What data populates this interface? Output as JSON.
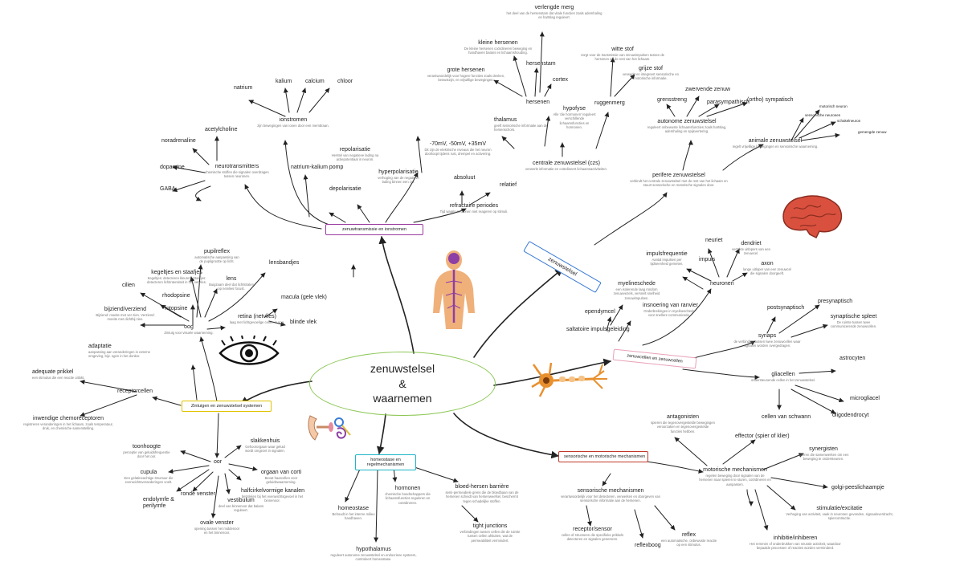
{
  "center": {
    "line1": "zenuwstelsel",
    "amp": "&",
    "line2": "waarnemen"
  },
  "branches": {
    "nerve_transmission": "zenuwtransmissie en ionstromen",
    "senses": "Zintuigen en zenuwstelsel systemen",
    "homeostasis": "homeostase en regelmechanismen",
    "sensory_motor": "sensorische en motorische mechanismen",
    "cells": "zenuwcellen en zenuwcellen",
    "nervous_system": "zenuwstelsel"
  },
  "nodes": {
    "verlengde_merg": {
      "t": "verlengde merg",
      "d": "het deel van de hersenstam dat vitale functies zoals ademhaling en hartslag reguleert."
    },
    "kleine_hersenen": {
      "t": "kleine hersenen",
      "d": "De kleine hersenen coördineren beweging en handhaven balans en lichaamshouding."
    },
    "hersenstam": {
      "t": "hersenstam"
    },
    "grote_hersenen": {
      "t": "grote hersenen",
      "d": "verantwoordelijk voor hogere functies zoals denken, bewustzijn, en vrijwillige bewegingen."
    },
    "cortex": {
      "t": "cortex"
    },
    "witte_stof": {
      "t": "witte stof",
      "d": "zorgt voor de transmissie van zenuwimpulsen tussen de hersenen en de rest van het lichaam."
    },
    "grijze_stof": {
      "t": "grijze stof",
      "d": "verwerkt en integreert sensorische en motorische informatie."
    },
    "hersenen": {
      "t": "hersenen"
    },
    "hypofyse": {
      "t": "hypofyse",
      "d": "Alle 'die hormonen' reguleert verschillende lichaamsfuncties en hormonen."
    },
    "ruggenmerg": {
      "t": "ruggenmerg"
    },
    "thalamus": {
      "t": "thalamus",
      "d": "geeft sensorische informatie aan de hersenschors."
    },
    "cns": {
      "t": "centrale zenuwstelsel (czs)",
      "d": "verwerkt informatie en coördineert lichaamsactiviteiten."
    },
    "zwervende_zenuw": {
      "t": "zwervende zenuw"
    },
    "grensstreng": {
      "t": "grensstreng"
    },
    "parasympathisch": {
      "t": "parasympathisch"
    },
    "orthosympathisch": {
      "t": "(ortho) sympatisch"
    },
    "autonome": {
      "t": "autonome zenuwstelsel",
      "d": "reguleert onbewuste lichaamsfuncties zoals hartslag, ademhaling en spijsvertering."
    },
    "sensorische_neuronen": {
      "t": "sensorische neuronen"
    },
    "motorisch_neuron": {
      "t": "motorisch neuron"
    },
    "schakelneuron": {
      "t": "schakelneuron"
    },
    "gemengde_zenuw": {
      "t": "gemengde zenuw"
    },
    "animale": {
      "t": "animale zenuwstelsel",
      "d": "regelt vrijwillige bewegingen en sensorische waarneming."
    },
    "perifere": {
      "t": "perifere zenuwstelsel",
      "d": "verbindt het centrale zenuwstelsel met de rest van het lichaam en stuurt sensorische en motorische signalen door."
    },
    "natrium": {
      "t": "natrium"
    },
    "kalium": {
      "t": "kalium"
    },
    "calcium": {
      "t": "calcium"
    },
    "chloor": {
      "t": "chloor"
    },
    "ionstromen": {
      "t": "ionstromen",
      "d": "zijn bewegingen van ionen door een membraan."
    },
    "acetylcholine": {
      "t": "acetylcholine"
    },
    "noradrenaline": {
      "t": "noradrenaline"
    },
    "dopamine": {
      "t": "dopamine"
    },
    "gaba": {
      "t": "GABA"
    },
    "neurotransmitters": {
      "t": "neurotransmitters",
      "d": "chemische stoffen die signalen overdragen tussen neuronen."
    },
    "repolarisatie": {
      "t": "repolarisatie",
      "d": "Herstel van negatieve lading na actiepotentiaal in neuron."
    },
    "natrium_kalium_pomp": {
      "t": "natrium-kalium pomp"
    },
    "depolarisatie": {
      "t": "depolarisatie"
    },
    "hyperpolarisatie": {
      "t": "hyperpolarisatie",
      "d": "verhoging van de negatieve lading binnen een cel."
    },
    "spanning": {
      "t": "-70mV, -50mV, +35mV",
      "d": "Dit zijn de elektrische niveaus die het neuron doorloopt tijdens rust, drempel en activering."
    },
    "absoluut": {
      "t": "absoluut"
    },
    "relatief": {
      "t": "relatief"
    },
    "refractaire": {
      "t": "refractaire periodes",
      "d": "Tijd waarin neuronen niet reageren op stimuli."
    },
    "pupilreflex": {
      "t": "pupilreflex",
      "d": "automatische aanpassing van de pupilgrootte op licht."
    },
    "kegeltjes": {
      "t": "kegeltjes en staafjes",
      "d": "Kegeltjes: detecteren kleuren; Staafjes: detecteren lichtintensiteit in het netvlies."
    },
    "lens": {
      "t": "lens",
      "d": "Buigzaam deel dat lichtstralen op netvlies focust."
    },
    "lensbandjes": {
      "t": "lensbandjes"
    },
    "rhodopsine": {
      "t": "rhodopsine"
    },
    "cilien": {
      "t": "cilien"
    },
    "bijziend": {
      "t": "bijziend/verziend",
      "d": "Bijziend: moeite met ver zien. Verziend: moeite met dichtbij zien."
    },
    "fotopsine": {
      "t": "fotopsine"
    },
    "retina": {
      "t": "retina (netvlies)",
      "d": "laag met lichtgevoelige cellen in oog."
    },
    "macula": {
      "t": "macula (gele vlek)"
    },
    "blinde_vlek": {
      "t": "blinde vlek"
    },
    "oog": {
      "t": "oog",
      "d": "Zintuig voor visuele waarneming."
    },
    "adaptatie": {
      "t": "adaptatie",
      "d": "aanpassing aan veranderingen in externe omgeving, bijv. ogen in het donker."
    },
    "adequate_prikkel": {
      "t": "adequate prikkel",
      "d": "een stimulus die een reactie uitlokt."
    },
    "receptorcellen": {
      "t": "receptorcellen"
    },
    "inwendige": {
      "t": "inwendige chemoreceptoren",
      "d": "registreren veranderingen in het lichaam, zoals temperatuur, druk, en chemische samenstelling."
    },
    "toonhoogte": {
      "t": "toonhoogte",
      "d": "perceptie van geluidsfrequentie door het oor."
    },
    "slakkenhuis": {
      "t": "slakkenhuis",
      "d": "Gehoororgaan waar geluid wordt omgezet in signalen."
    },
    "oor": {
      "t": "oor"
    },
    "cupula": {
      "t": "cupula",
      "d": "Een gelatineachtige structuur die evenwichtsveranderingen voelt."
    },
    "orgaan_corti": {
      "t": "orgaan van corti",
      "d": "Bevat haarcellen voor geluidswaarneming."
    },
    "halfcirkel": {
      "t": "halfcirkelvormige kanalen",
      "d": "betrokken bij het evenwichtsgevoel in het binnenoor."
    },
    "ronde_venster": {
      "t": "ronde venster"
    },
    "endolymfe": {
      "t": "endolymfe & perilymfe"
    },
    "vestibulum": {
      "t": "vestibulum",
      "d": "deel van binnenoor dat balans reguleert."
    },
    "ovale_venster": {
      "t": "ovale venster",
      "d": "opening tussen het middenoor en het binnenoor."
    },
    "homeostase": {
      "t": "homeostase",
      "d": "Behoudt in het interne milieu handhaven."
    },
    "hormonen": {
      "t": "hormonen",
      "d": "chemische boodschappers die lichaamsfuncties reguleren en coördineren."
    },
    "bloed_hersen": {
      "t": "bloed-hersen barrière",
      "d": "semi-permeabele grens die de bloedbaan van de hersenen scheidt van hersenweefsel, beschermt tegen schadelijke stoffen."
    },
    "tight_junctions": {
      "t": "tight junctions",
      "d": "verbindingen tussen cellen die de ruimte tussen cellen afsluiten, wat de permeabiliteit vermindert."
    },
    "hypothalamus": {
      "t": "hypothalamus",
      "d": "reguleert autonome zenuwstelsel en endocriene systeem, controleert homeostase."
    },
    "impulsfrequentie": {
      "t": "impulsfrequentie",
      "d": "Aantal impulsen per tijdseenheid gemeten."
    },
    "neuriet": {
      "t": "neuriet"
    },
    "dendriet": {
      "t": "dendriet",
      "d": "vertakte uitlopers van een zenuwcel."
    },
    "impuls": {
      "t": "impuls"
    },
    "axon": {
      "t": "axon",
      "d": "lange uitloper van een zenuwcel die signalen doorgeeft."
    },
    "neuronen": {
      "t": "neuronen"
    },
    "myelineschede": {
      "t": "myelineschede",
      "d": "een isolerende laag rondom zenuwvezels, versnelt snelheid zenuwimpulsen."
    },
    "ependymcel": {
      "t": "ependymcel"
    },
    "insnoering": {
      "t": "insnoering van ranvier",
      "d": "Onderbrekingen in myelineschede voor snellere communicatie."
    },
    "saltatoire": {
      "t": "saltatoire impulsgeleiding"
    },
    "postsynaptisch": {
      "t": "postsynaptisch"
    },
    "presynaptisch": {
      "t": "presynaptisch"
    },
    "synaps": {
      "t": "synaps",
      "d": "de verbinding tussen twee zenuwcellen waar signalen worden overgedragen."
    },
    "synaptische_spleet": {
      "t": "synaptische spleet",
      "d": "De ruimte tussen twee communicerende zenuwcellen."
    },
    "astrocyten": {
      "t": "astrocyten"
    },
    "gliacellen": {
      "t": "gliacellen",
      "d": "ondersteunende cellen in het zenuwstelsel."
    },
    "microgliacel": {
      "t": "microgliacel"
    },
    "cellen_schwann": {
      "t": "cellen van schwann"
    },
    "oligodendrocyt": {
      "t": "oligodendrocyt"
    },
    "antagonisten": {
      "t": "antagonisten",
      "d": "spieren die tegenovergestelde bewegingen veroorzaken en tegenovergestelde functies hebben."
    },
    "effector": {
      "t": "effector (spier of klier)"
    },
    "synergisten": {
      "t": "synergisten",
      "d": "spieren die samenwerken om een beweging te ondersteunen."
    },
    "motorische": {
      "t": "motorische mechanismen",
      "d": "regelen beweging door signalen van de hersenen naar spieren te sturen, coördineren en aanpassen."
    },
    "golgi": {
      "t": "golgi-peeslichaampje"
    },
    "stimulatie": {
      "t": "stimulatie/excitatie",
      "d": "Verhoging van activiteit, vaak in neuronen gevonden, signaaloverdracht, spiercontractie."
    },
    "sensorische_mech": {
      "t": "sensorische mechanismen",
      "d": "verantwoordelijk voor het detecteren, verwerken en doorgeven van sensorische informatie aan de hersenen."
    },
    "receptorsensor": {
      "t": "receptor/sensor",
      "d": "cellen of structuren die specifieke prikkels detecteren en signalen genereren."
    },
    "reflexboog": {
      "t": "reflexboog"
    },
    "reflex": {
      "t": "reflex",
      "d": "een automatische, onbewuste reactie op een stimulus."
    },
    "inhibitie": {
      "t": "inhibitie/inhiberen",
      "d": "Het remmen of onderdrukken van neurale activiteit, waardoor bepaalde processen of reacties worden verminderd."
    }
  },
  "colors": {
    "center_border": "#8ac653",
    "link": "#222222",
    "brain": "#d9513e",
    "neuron": "#e8902e",
    "body": "#f0b07a",
    "spine": "#8d3fa5"
  }
}
